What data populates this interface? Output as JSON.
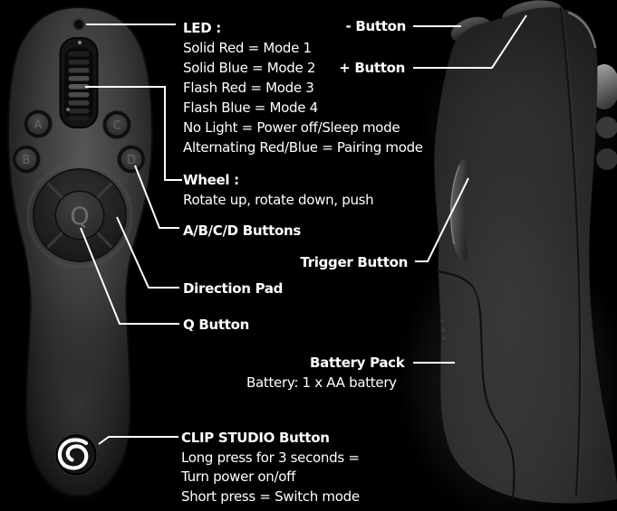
{
  "page": {
    "background": "#000000",
    "text_color": "#ffffff",
    "leader_line_color": "#ffffff"
  },
  "annotations": {
    "led": {
      "title": "LED :",
      "lines": [
        "Solid Red = Mode 1",
        "Solid Blue = Mode 2",
        "Flash Red = Mode 3",
        "Flash Blue = Mode 4",
        "No Light = Power off/Sleep mode",
        "Alternating Red/Blue = Pairing mode"
      ]
    },
    "minus_button": {
      "label": "- Button"
    },
    "plus_button": {
      "label": "+ Button"
    },
    "wheel": {
      "title": "Wheel :",
      "lines": [
        "Rotate up, rotate down, push"
      ]
    },
    "abcd_buttons": {
      "label": "A/B/C/D Buttons"
    },
    "trigger_button": {
      "label": "Trigger Button"
    },
    "direction_pad": {
      "label": "Direction Pad"
    },
    "q_button": {
      "label": "Q Button"
    },
    "battery_pack": {
      "title": "Battery Pack",
      "lines": [
        "Battery: 1 x AA battery"
      ]
    },
    "clip_studio_button": {
      "title": "CLIP STUDIO Button",
      "lines": [
        "Long press for 3 seconds =",
        "Turn power on/off",
        "Short press = Switch mode"
      ]
    }
  },
  "device": {
    "front_view_glyphs": {
      "a": "A",
      "b": "B",
      "c": "C",
      "d": "D",
      "q": "Q"
    }
  }
}
